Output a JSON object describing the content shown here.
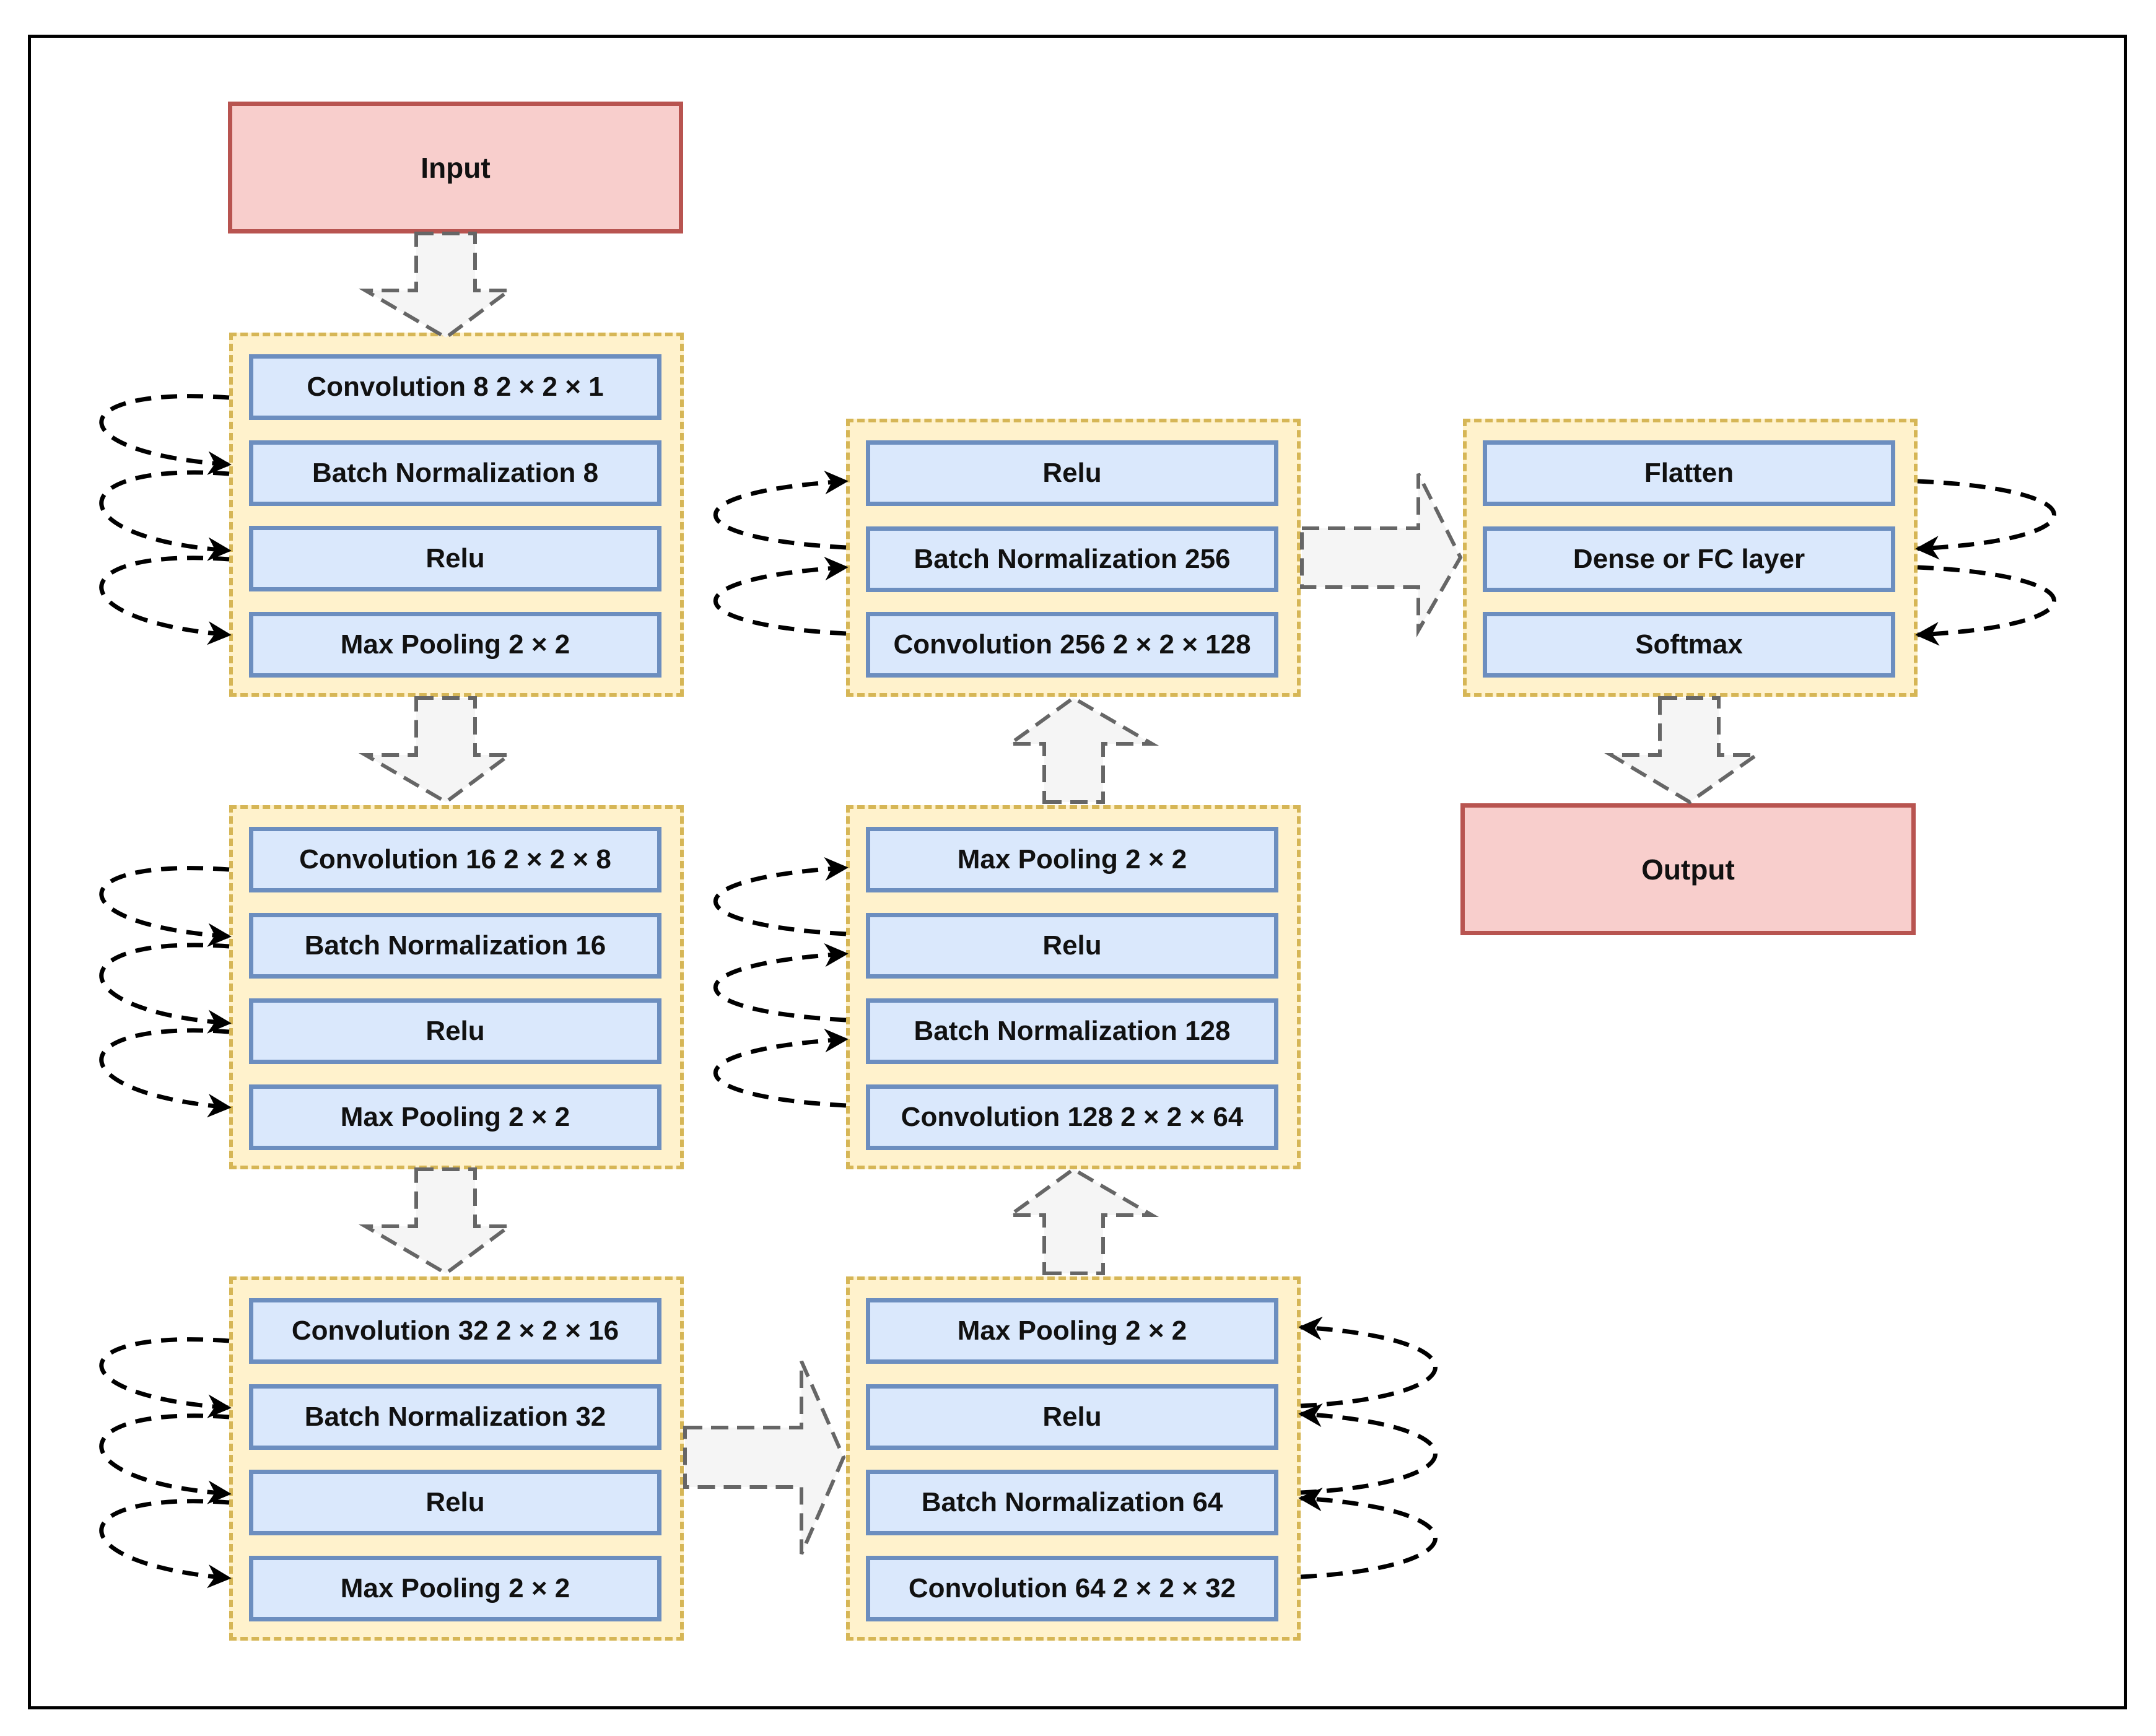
{
  "diagram": {
    "input_label": "Input",
    "output_label": "Output",
    "groups": [
      {
        "layers": [
          "Convolution 8 2 × 2 × 1",
          "Batch Normalization 8",
          "Relu",
          "Max Pooling 2 × 2"
        ]
      },
      {
        "layers": [
          "Convolution 16 2 × 2 × 8",
          "Batch Normalization 16",
          "Relu",
          "Max Pooling 2 × 2"
        ]
      },
      {
        "layers": [
          "Convolution 32 2 × 2 × 16",
          "Batch Normalization 32",
          "Relu",
          "Max Pooling 2 × 2"
        ]
      },
      {
        "layers": [
          "Max Pooling 2 × 2",
          "Relu",
          "Batch Normalization 64",
          "Convolution 64 2 × 2 × 32"
        ]
      },
      {
        "layers": [
          "Max Pooling 2 × 2",
          "Relu",
          "Batch Normalization 128",
          "Convolution 128 2 × 2 × 64"
        ]
      },
      {
        "layers": [
          "Relu",
          "Batch Normalization 256",
          "Convolution 256 2 × 2 × 128"
        ]
      },
      {
        "layers": [
          "Flatten",
          "Dense or FC layer",
          "Softmax"
        ]
      }
    ]
  },
  "colors": {
    "terminal_fill": "#f8cecc",
    "terminal_border": "#b85450",
    "layer_fill": "#dae8fc",
    "layer_border": "#6c8ebf",
    "group_fill": "#fff2cc",
    "group_border": "#d6b656",
    "flow_arrow_fill": "#f5f5f5",
    "flow_arrow_border": "#666666",
    "loop_arrow": "#000000"
  }
}
